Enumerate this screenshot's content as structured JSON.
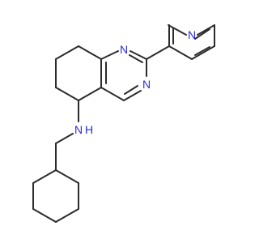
{
  "molecule": {
    "colors": {
      "bond": "#2b2b2b",
      "nitrogen": "#2b2bdd",
      "background": "#ffffff"
    },
    "atom_labels": {
      "pyridine_n": "N",
      "pyrimidine_n1": "N",
      "pyrimidine_n3": "N",
      "amine_n": "N",
      "amine_h": "H"
    }
  }
}
